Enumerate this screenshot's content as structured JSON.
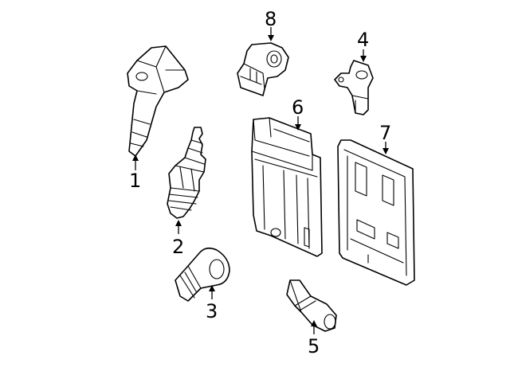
{
  "callouts": [
    {
      "number": "1",
      "part_icon": "ignition-coil-icon"
    },
    {
      "number": "2",
      "part_icon": "spark-plug-icon"
    },
    {
      "number": "3",
      "part_icon": "knock-sensor-icon"
    },
    {
      "number": "4",
      "part_icon": "camshaft-sensor-icon"
    },
    {
      "number": "5",
      "part_icon": "crankshaft-sensor-icon"
    },
    {
      "number": "6",
      "part_icon": "engine-control-module-icon"
    },
    {
      "number": "7",
      "part_icon": "body-control-module-icon"
    },
    {
      "number": "8",
      "part_icon": "knock-sensor-upper-icon"
    }
  ],
  "colors": {
    "line": "#000000",
    "background": "#ffffff"
  }
}
